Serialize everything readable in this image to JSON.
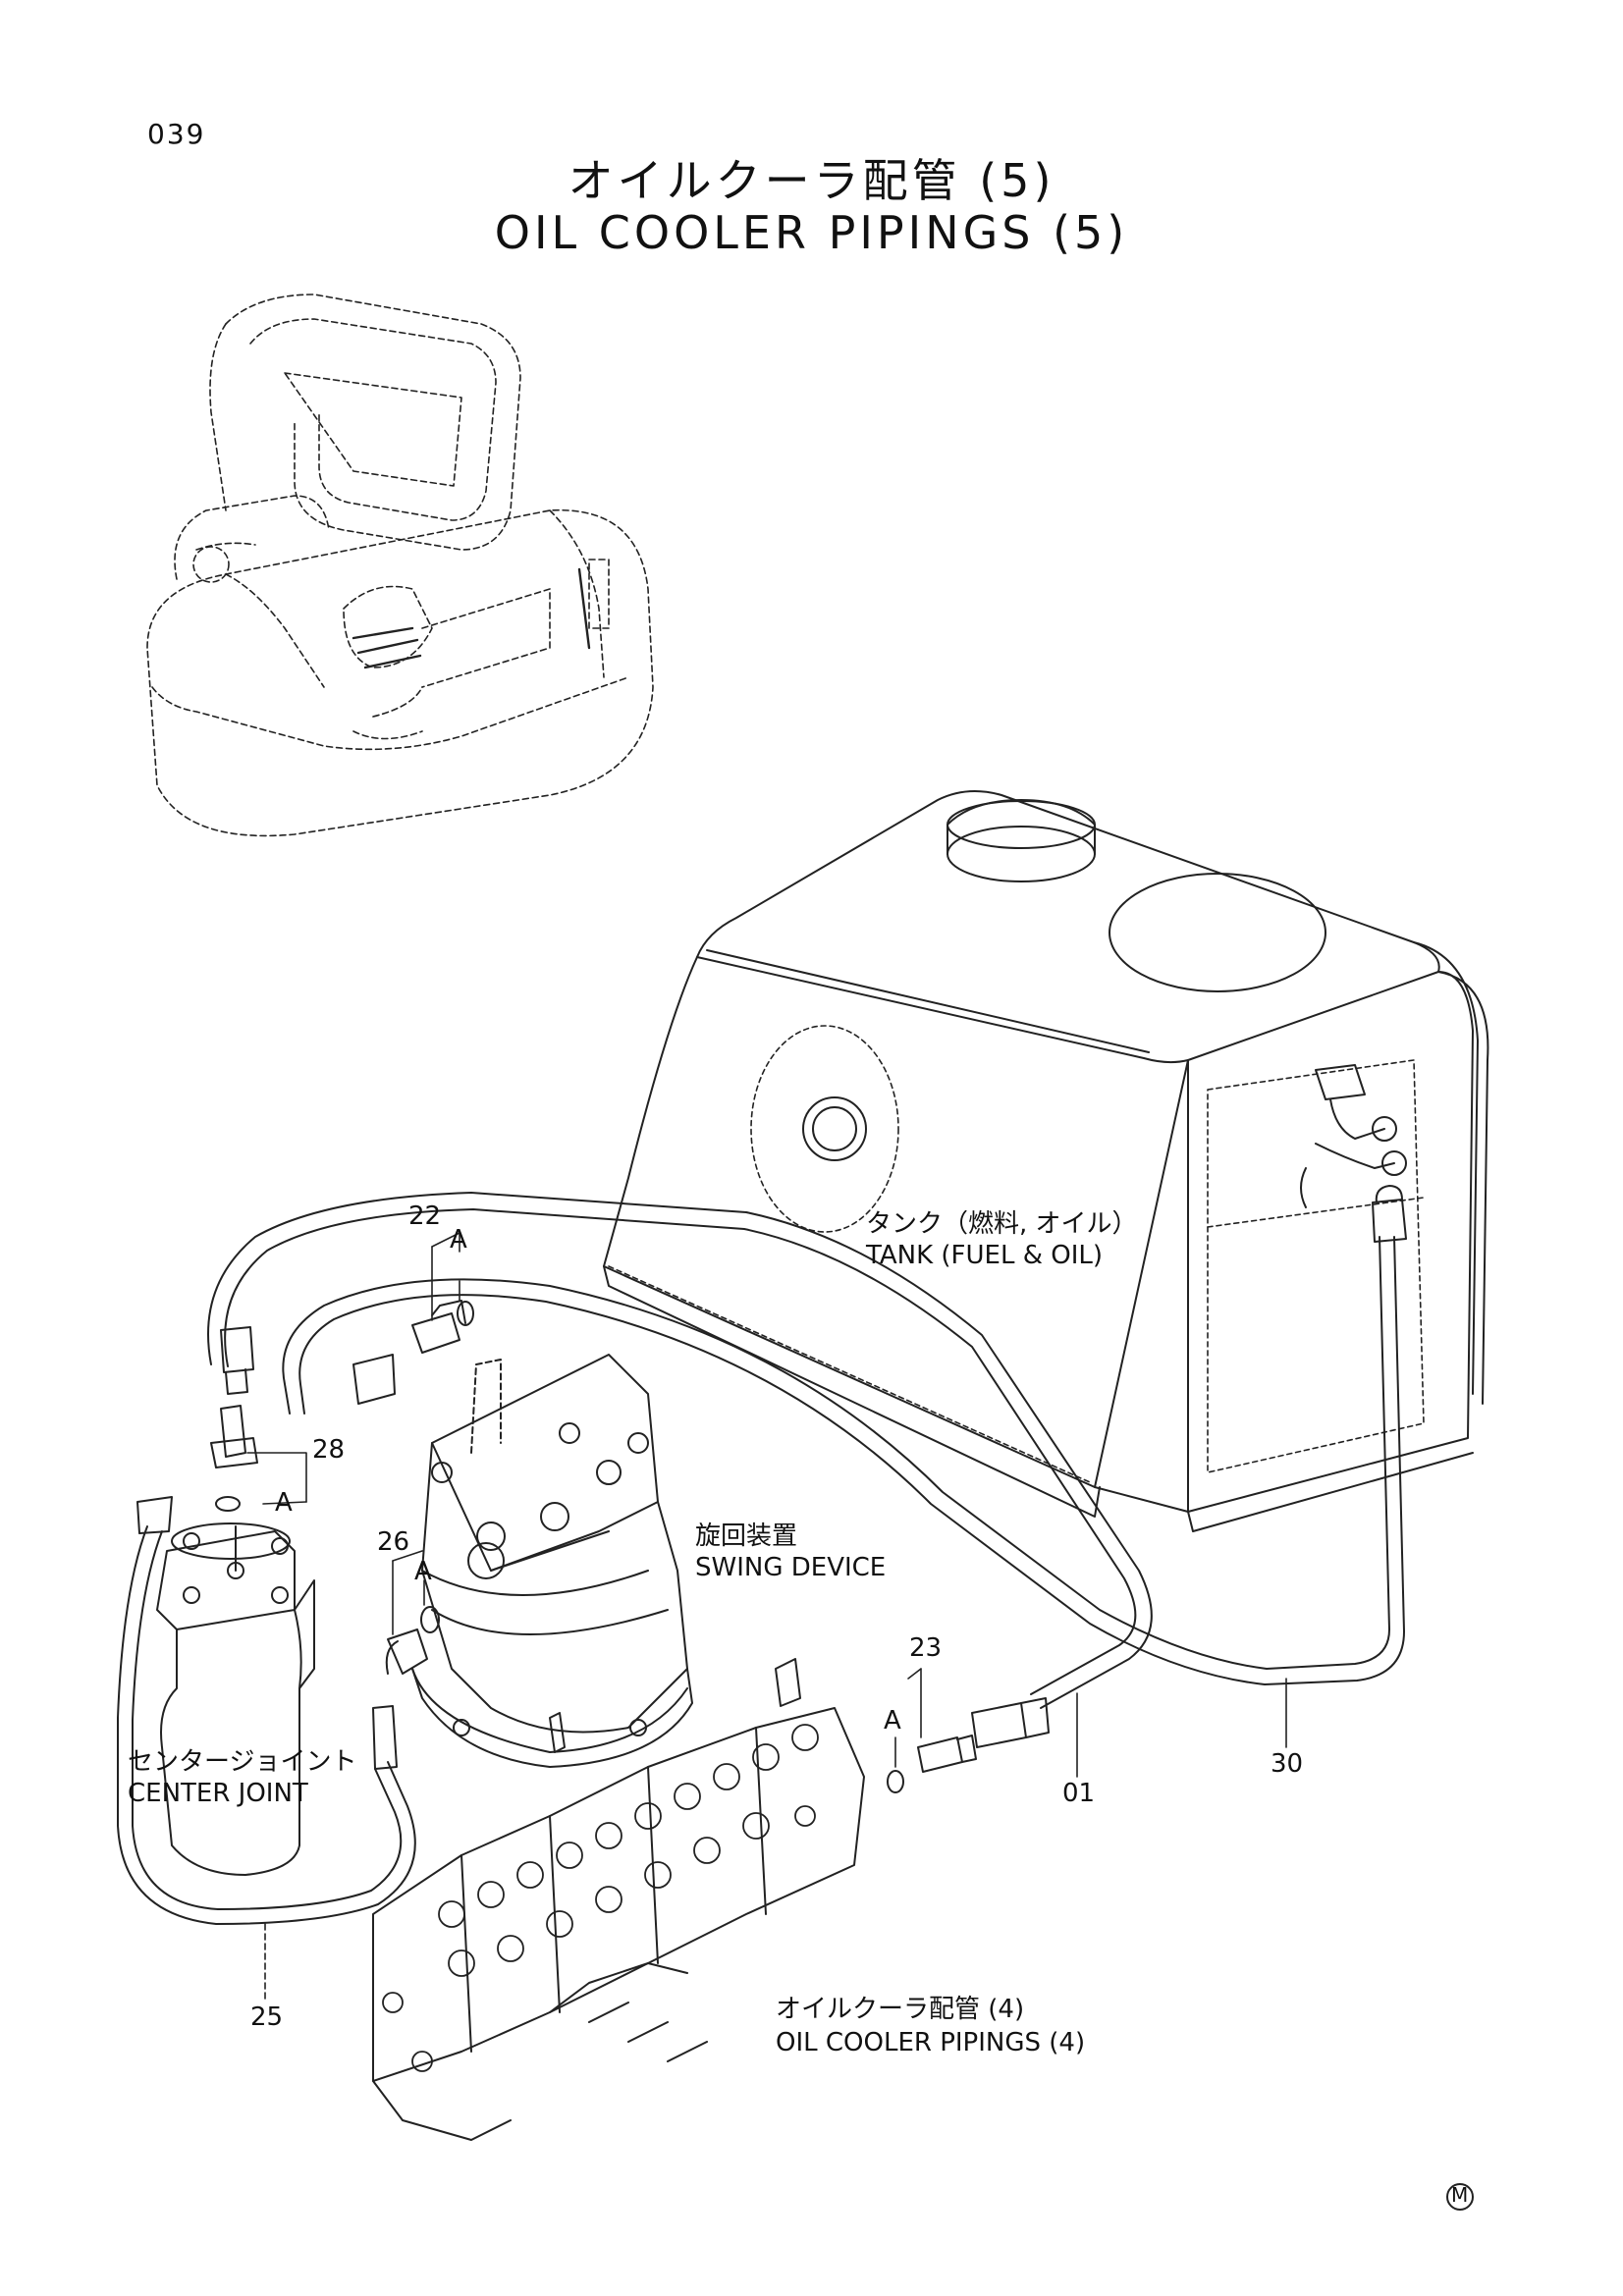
{
  "header": {
    "page_number": "039",
    "title_jp": "オイルクーラ配管 (5)",
    "title_en": "OIL COOLER PIPINGS (5)"
  },
  "labels": {
    "tank_jp": "タンク（燃料, オイル）",
    "tank_en": "TANK (FUEL & OIL)",
    "swing_jp": "旋回装置",
    "swing_en": "SWING DEVICE",
    "center_jp": "センタージョイント",
    "center_en": "CENTER JOINT",
    "piping4_jp": "オイルクーラ配管 (4)",
    "piping4_en": "OIL COOLER PIPINGS (4)"
  },
  "part_numbers": {
    "p22": "22",
    "p28": "28",
    "p26": "26",
    "p23": "23",
    "p01": "01",
    "p30": "30",
    "p25": "25"
  },
  "detail_marker": "A",
  "mark": "M"
}
